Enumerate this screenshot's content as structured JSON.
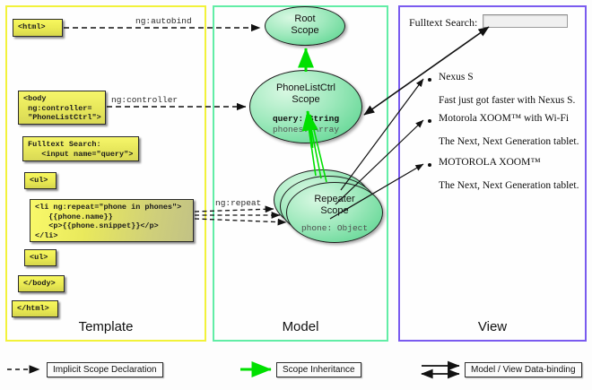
{
  "panels": [
    {
      "key": "template",
      "label": "Template",
      "border_color": "#f2f23a"
    },
    {
      "key": "model",
      "label": "Model",
      "border_color": "#62eda6"
    },
    {
      "key": "view",
      "label": "View",
      "border_color": "#7a5bef"
    }
  ],
  "template": {
    "boxes": [
      {
        "name": "html-open-tag-box",
        "text": "<html>"
      },
      {
        "name": "body-open-tag-box",
        "text": "<body\n ng:controller=\n \"PhoneListCtrl\">"
      },
      {
        "name": "fulltext-search-box",
        "text": "Fulltext Search:\n   <input name=\"query\">"
      },
      {
        "name": "ul-open-tag-box",
        "text": "<ul>"
      },
      {
        "name": "li-repeat-box",
        "text": "<li ng:repeat=\"phone in phones\">\n   {{phone.name}}\n   <p>{{phone.snippet}}</p>\n</li>"
      },
      {
        "name": "ul-close-tag-box",
        "text": "<ul>"
      },
      {
        "name": "body-close-tag-box",
        "text": "</body>"
      },
      {
        "name": "html-close-tag-box",
        "text": "</html>"
      }
    ]
  },
  "model": {
    "scopes": [
      {
        "name": "root-scope",
        "title_line1": "Root",
        "title_line2": "Scope",
        "props": []
      },
      {
        "name": "phonelistctrl-scope",
        "title_line1": "PhoneListCtrl",
        "title_line2": "Scope",
        "props": [
          {
            "text": "query: String",
            "emphasis": "bold"
          },
          {
            "text": "phones: Array",
            "emphasis": "dim"
          }
        ]
      },
      {
        "name": "repeater-scope",
        "title_line1": "Repeater",
        "title_line2": "Scope",
        "props": [
          {
            "text": "phone: Object",
            "emphasis": "dim"
          }
        ]
      }
    ]
  },
  "view": {
    "search_label": "Fulltext Search:",
    "search_value": "",
    "items": [
      {
        "title": "Nexus S",
        "snippet": "Fast just got faster with Nexus S."
      },
      {
        "title": "Motorola XOOM™  with Wi-Fi",
        "snippet": "The Next, Next Generation tablet."
      },
      {
        "title": "MOTOROLA XOOM™",
        "snippet": "The Next, Next Generation tablet."
      }
    ]
  },
  "edges": [
    {
      "name": "ng-autobind-edge",
      "label": "ng:autobind",
      "kind": "implicit"
    },
    {
      "name": "ng-controller-edge",
      "label": "ng:controller",
      "kind": "implicit"
    },
    {
      "name": "ng-repeat-edge",
      "label": "ng:repeat",
      "kind": "implicit"
    }
  ],
  "legend": {
    "entries": [
      {
        "name": "legend-implicit-scope-declaration",
        "label": "Implicit Scope Declaration",
        "marker": "dashed-arrow",
        "color": "#111111"
      },
      {
        "name": "legend-scope-inheritance",
        "label": "Scope Inheritance",
        "marker": "solid-arrow",
        "color": "#00e000"
      },
      {
        "name": "legend-model-view-data-binding",
        "label": "Model / View Data-binding",
        "marker": "double-arrow",
        "color": "#111111"
      }
    ]
  },
  "colors": {
    "template_border": "#f2f23a",
    "model_border": "#62eda6",
    "view_border": "#7a5bef",
    "inheritance_arrow": "#00e000",
    "code_box_fill": "#ecec58",
    "scope_fill": "#8fe5b4"
  }
}
